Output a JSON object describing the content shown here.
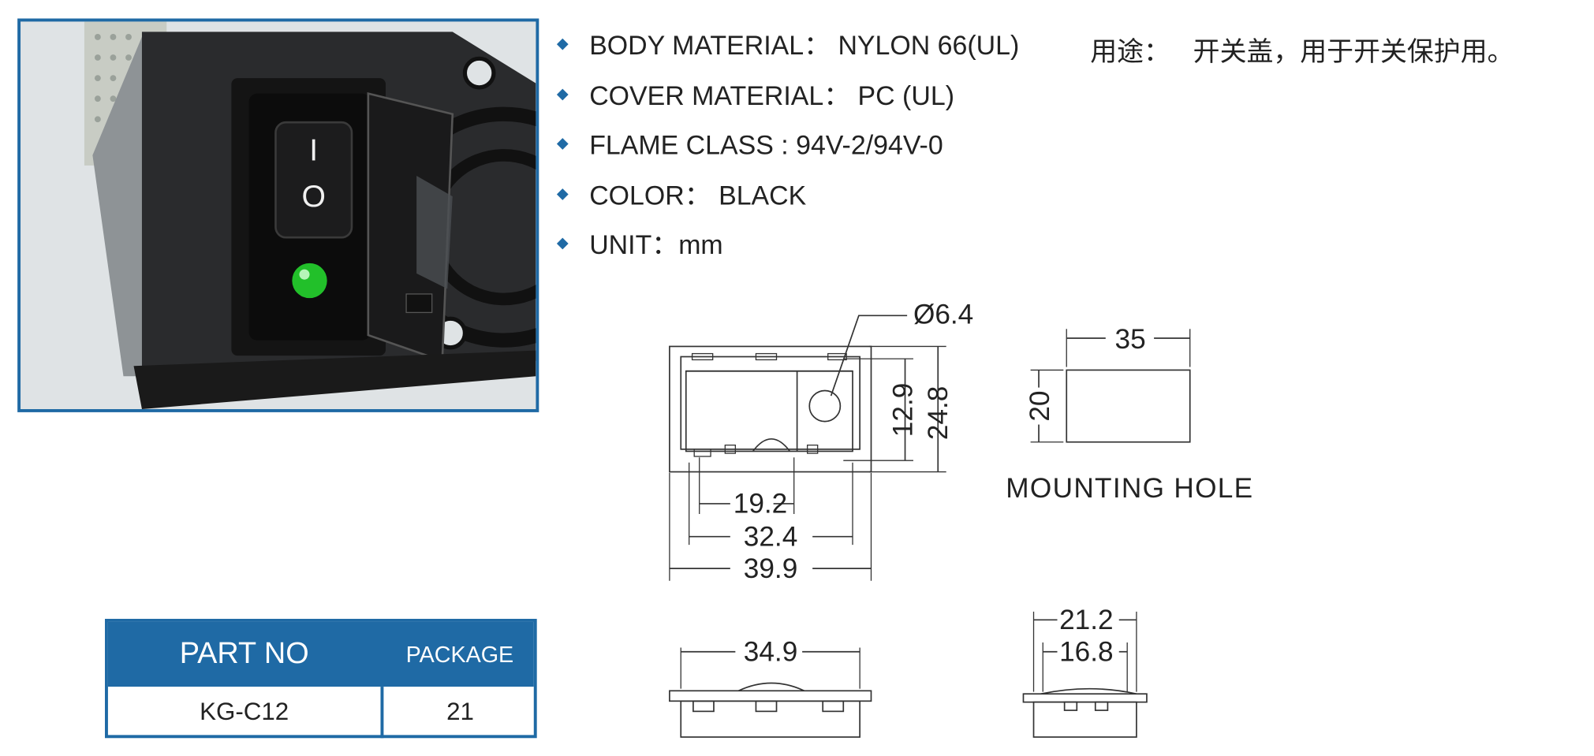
{
  "specs": [
    {
      "label": "BODY MATERIAL： NYLON 66(UL)"
    },
    {
      "label": "COVER MATERIAL： PC (UL)"
    },
    {
      "label": "FLAME CLASS : 94V-2/94V-0"
    },
    {
      "label": "COLOR： BLACK"
    },
    {
      "label": "UNIT：mm"
    }
  ],
  "usage": {
    "label": "用途：",
    "value": "开关盖，用于开关保护用。"
  },
  "table": {
    "headers": [
      "PART NO",
      "PACKAGE"
    ],
    "rows": [
      [
        "KG-C12",
        "21"
      ]
    ]
  },
  "photo": {
    "switch_on_symbol": "I",
    "switch_off_symbol": "O",
    "led_color": "#22c02a"
  },
  "drawing": {
    "dims": {
      "hole_diameter": "Ø6.4",
      "width_inner": "19.2",
      "width_mid": "32.4",
      "width_outer": "39.9",
      "height_inner": "12.9",
      "height_outer": "24.8",
      "bottom_width": "34.9",
      "side_outer": "21.2",
      "side_inner": "16.8",
      "mount_width": "35",
      "mount_height": "20"
    },
    "mounting_caption": "MOUNTING HOLE"
  },
  "colors": {
    "accent": "#1f6aa5",
    "text": "#222222"
  }
}
